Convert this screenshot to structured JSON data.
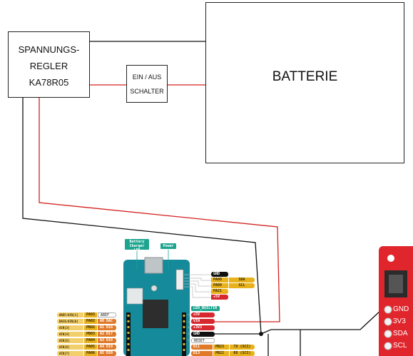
{
  "blocks": {
    "regulator": {
      "line1": "SPANNUNGS-",
      "line2": "REGLER",
      "line3": "KA78R05"
    },
    "switch": {
      "line1": "EIN / AUS",
      "line2": "SCHALTER"
    },
    "battery": {
      "label": "BATTERIE"
    }
  },
  "board": {
    "top_labels": [
      "Battery Charger LED",
      "Power"
    ],
    "right_pins": [
      {
        "name": "GND",
        "color": "#111111",
        "text_color": "#ffffff"
      },
      {
        "name": "PA08",
        "extra": "SDA",
        "color": "#e7b21c",
        "text_color": "#3a2a00"
      },
      {
        "name": "PA09",
        "extra": "SCL",
        "color": "#e7b21c",
        "text_color": "#3a2a00"
      },
      {
        "name": "PA21",
        "extra": "",
        "color": "#e7b21c",
        "text_color": "#3a2a00"
      },
      {
        "name": "+5V",
        "extra": "",
        "color": "#d8282f",
        "text_color": "#ffffff"
      }
    ],
    "led_label": "LED_BUILTIN",
    "power_pins": [
      {
        "name": "+5V",
        "color": "#d8282f",
        "text_color": "#ffffff"
      },
      {
        "name": "VIN",
        "color": "#d8282f",
        "text_color": "#ffffff"
      },
      {
        "name": "+3V3",
        "color": "#d8282f",
        "text_color": "#ffffff"
      },
      {
        "name": "GND",
        "color": "#111111",
        "text_color": "#ffffff"
      },
      {
        "name": "RESET",
        "color": "#ffffff",
        "text_color": "#555555"
      }
    ],
    "bottom_right_pins": [
      {
        "num": "D11",
        "port": "PB23",
        "func": "TX (SCI)"
      },
      {
        "num": "D13",
        "port": "PB22",
        "func": "RX (SCI)"
      }
    ],
    "left_pins": [
      {
        "func": "AREF/AIN[1]",
        "port": "PA03",
        "tag": "AREF"
      },
      {
        "func": "DAC0/AIN[0]",
        "port": "PA02",
        "tag": "A0 DAC"
      },
      {
        "func": "AIN[3]",
        "port": "PB02",
        "tag": "A1 D16"
      },
      {
        "func": "AIN[4]",
        "port": "PB03",
        "tag": "A2 D17"
      },
      {
        "func": "AIN[5]",
        "port": "PA04",
        "tag": "A3 D18"
      },
      {
        "func": "AIN[6]",
        "port": "PA05",
        "tag": "A4 D19"
      },
      {
        "func": "AIN[7]",
        "port": "PA06",
        "tag": "A5 D20"
      }
    ]
  },
  "sensor": {
    "pins": [
      "GND",
      "3V3",
      "SDA",
      "SCL"
    ]
  },
  "colors": {
    "wire_black": "#111111",
    "wire_red": "#d42020",
    "board_teal": "#148a9a",
    "sensor_red": "#e0262c",
    "callout_teal": "#1ea58f"
  }
}
